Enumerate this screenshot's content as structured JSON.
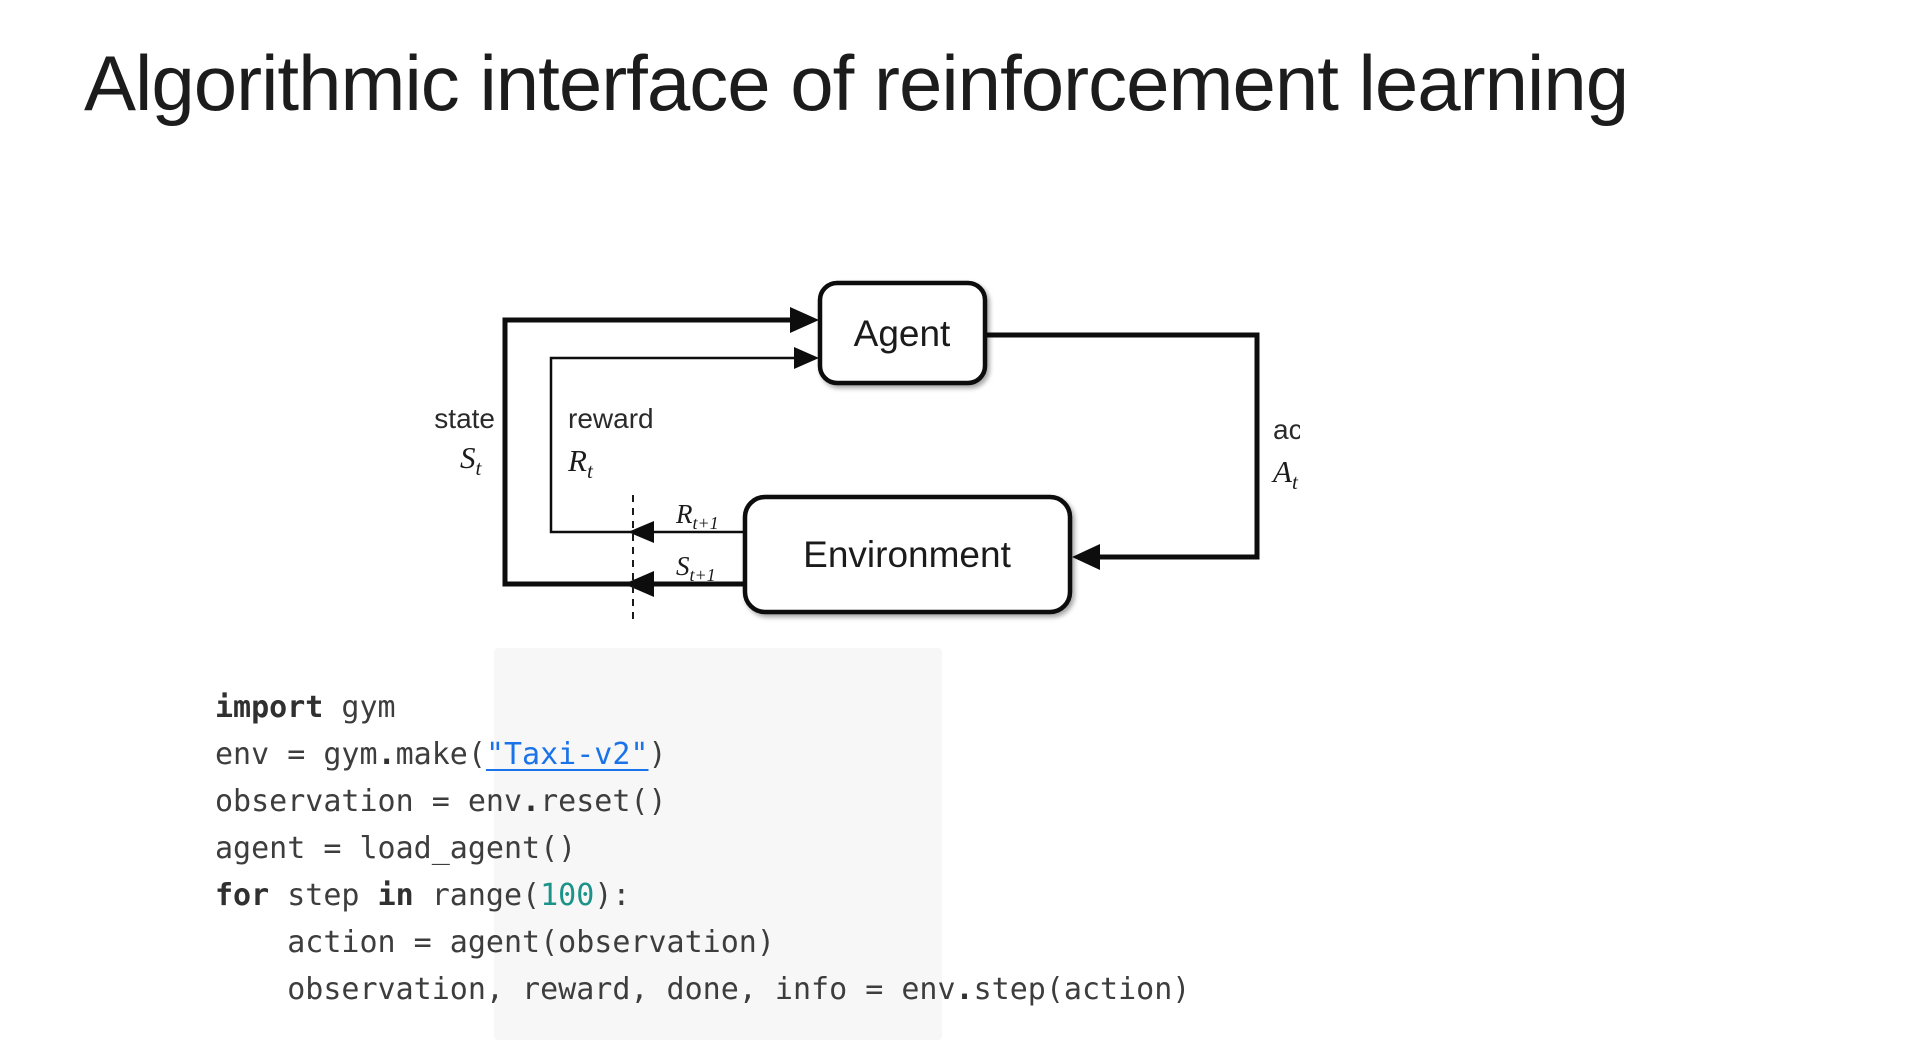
{
  "slide": {
    "title": "Algorithmic interface of reinforcement learning"
  },
  "diagram": {
    "agent_label": "Agent",
    "environment_label": "Environment",
    "state_label": "state",
    "reward_label": "reward",
    "action_label": "action",
    "symbols": {
      "state": {
        "main": "S",
        "sub": "t"
      },
      "reward": {
        "main": "R",
        "sub": "t"
      },
      "action": {
        "main": "A",
        "sub": "t"
      },
      "reward_next": {
        "main": "R",
        "sub": "t+1"
      },
      "state_next": {
        "main": "S",
        "sub": "t+1"
      }
    }
  },
  "code": {
    "lines": [
      [
        {
          "t": "import",
          "s": "kw"
        },
        {
          "t": " gym",
          "s": "plain"
        }
      ],
      [
        {
          "t": "env = gym",
          "s": "plain"
        },
        {
          "t": ".",
          "s": "b"
        },
        {
          "t": "make(",
          "s": "plain"
        },
        {
          "t": "\"Taxi-v2\"",
          "s": "link"
        },
        {
          "t": ")",
          "s": "plain"
        }
      ],
      [
        {
          "t": "observation = env",
          "s": "plain"
        },
        {
          "t": ".",
          "s": "b"
        },
        {
          "t": "reset()",
          "s": "plain"
        }
      ],
      [
        {
          "t": "agent = load_agent()",
          "s": "plain"
        }
      ],
      [
        {
          "t": "for",
          "s": "kw"
        },
        {
          "t": " step ",
          "s": "plain"
        },
        {
          "t": "in",
          "s": "kw"
        },
        {
          "t": " range(",
          "s": "plain"
        },
        {
          "t": "100",
          "s": "num"
        },
        {
          "t": "):",
          "s": "plain"
        }
      ],
      [
        {
          "t": "    action = agent(observation)",
          "s": "plain"
        }
      ],
      [
        {
          "t": "    observation, reward, done, info = env",
          "s": "plain"
        },
        {
          "t": ".",
          "s": "b"
        },
        {
          "t": "step(action)",
          "s": "plain"
        }
      ]
    ]
  },
  "colors": {
    "diagram_stroke": "#0d0d0d",
    "code_text": "#3d3d3d",
    "link_blue": "#1a73e8",
    "number_teal": "#1c9389",
    "title_color": "#1c1c1c"
  }
}
